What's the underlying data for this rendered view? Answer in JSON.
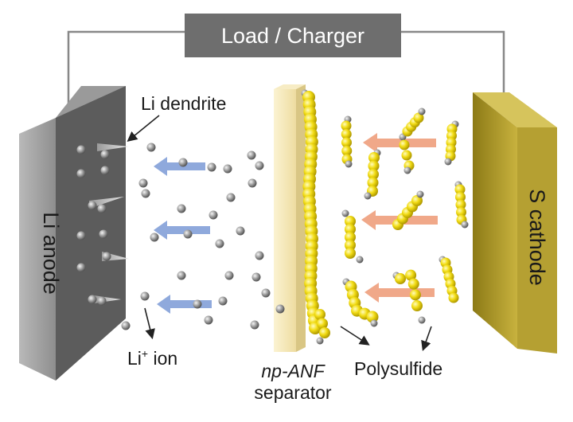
{
  "load_label": "Load / Charger",
  "anode": {
    "label": "Li anode"
  },
  "cathode": {
    "label": "S cathode"
  },
  "labels": {
    "dendrite": "Li dendrite",
    "ion_main": "Li",
    "ion_sup": "+",
    "ion_rest": " ion",
    "separator_line1": "np-ANF",
    "separator_line2": "separator",
    "polysulfide": "Polysulfide"
  },
  "colors": {
    "anode": "#6b6b6b",
    "cathode": "#b5a032",
    "separator": "#f3e6b4",
    "polysulfide": "#f2dc14",
    "li_ion": "#8c8c8c",
    "li_arrow": "#8fa9dc",
    "ps_arrow": "#f0a889",
    "load_box": "#6e6e6e"
  }
}
